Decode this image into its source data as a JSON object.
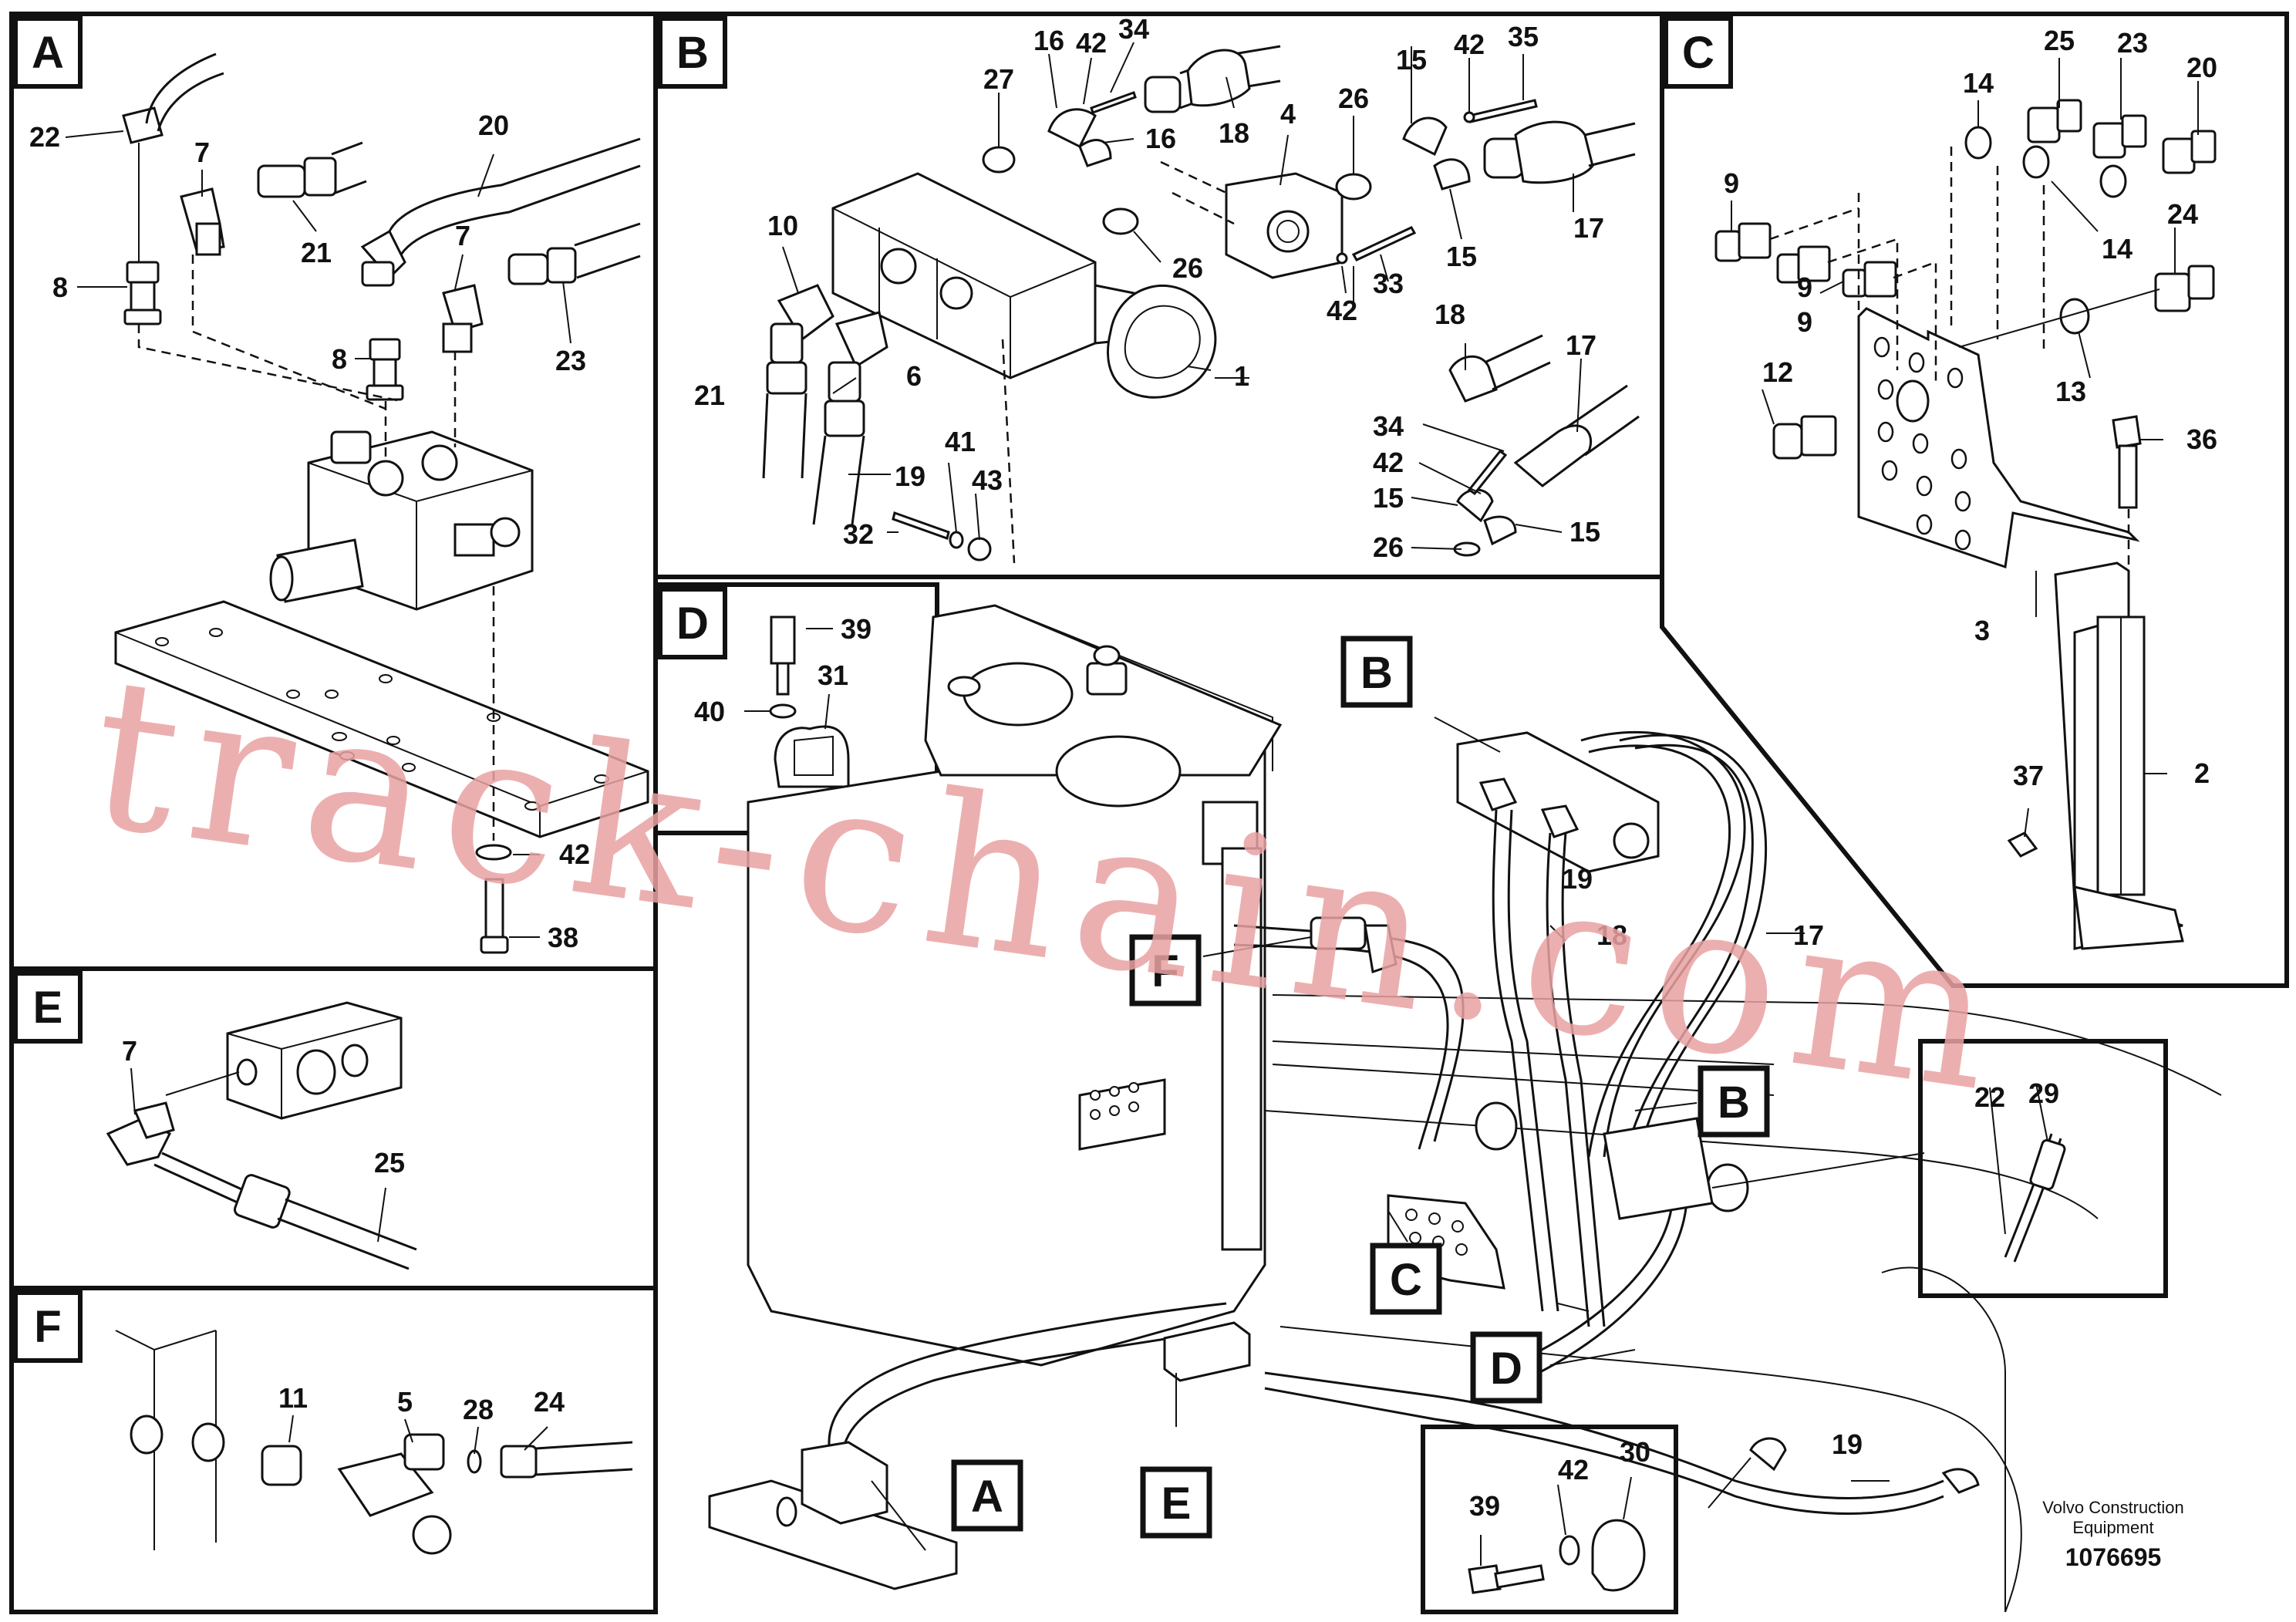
{
  "panels": [
    {
      "id": "A",
      "label": "A"
    },
    {
      "id": "B",
      "label": "B"
    },
    {
      "id": "C",
      "label": "C"
    },
    {
      "id": "D",
      "label": "D"
    },
    {
      "id": "E",
      "label": "E"
    },
    {
      "id": "F",
      "label": "F"
    }
  ],
  "callouts": {
    "A": [
      "22",
      "7",
      "20",
      "21",
      "8",
      "8",
      "7",
      "23",
      "42",
      "38"
    ],
    "B": [
      "16",
      "42",
      "34",
      "27",
      "16",
      "18",
      "4",
      "26",
      "42",
      "35",
      "15",
      "17",
      "15",
      "10",
      "26",
      "33",
      "42",
      "21",
      "6",
      "1",
      "18",
      "17",
      "41",
      "43",
      "19",
      "32",
      "34",
      "42",
      "15",
      "26",
      "15"
    ],
    "C": [
      "25",
      "23",
      "20",
      "14",
      "9",
      "14",
      "24",
      "9",
      "9",
      "12",
      "13",
      "36",
      "3",
      "37",
      "2"
    ],
    "D": [
      "39",
      "31",
      "40"
    ],
    "E": [
      "7",
      "25"
    ],
    "F": [
      "11",
      "5",
      "28",
      "24"
    ],
    "main": [
      "19",
      "18",
      "17",
      "19",
      "22",
      "29",
      "39",
      "42",
      "30"
    ]
  },
  "location_tags": [
    "B",
    "F",
    "B",
    "C",
    "D",
    "A",
    "E"
  ],
  "watermark": "track-chain.com",
  "footer": {
    "brand_line1": "Volvo Construction",
    "brand_line2": "Equipment",
    "drawing_number": "1076695"
  }
}
